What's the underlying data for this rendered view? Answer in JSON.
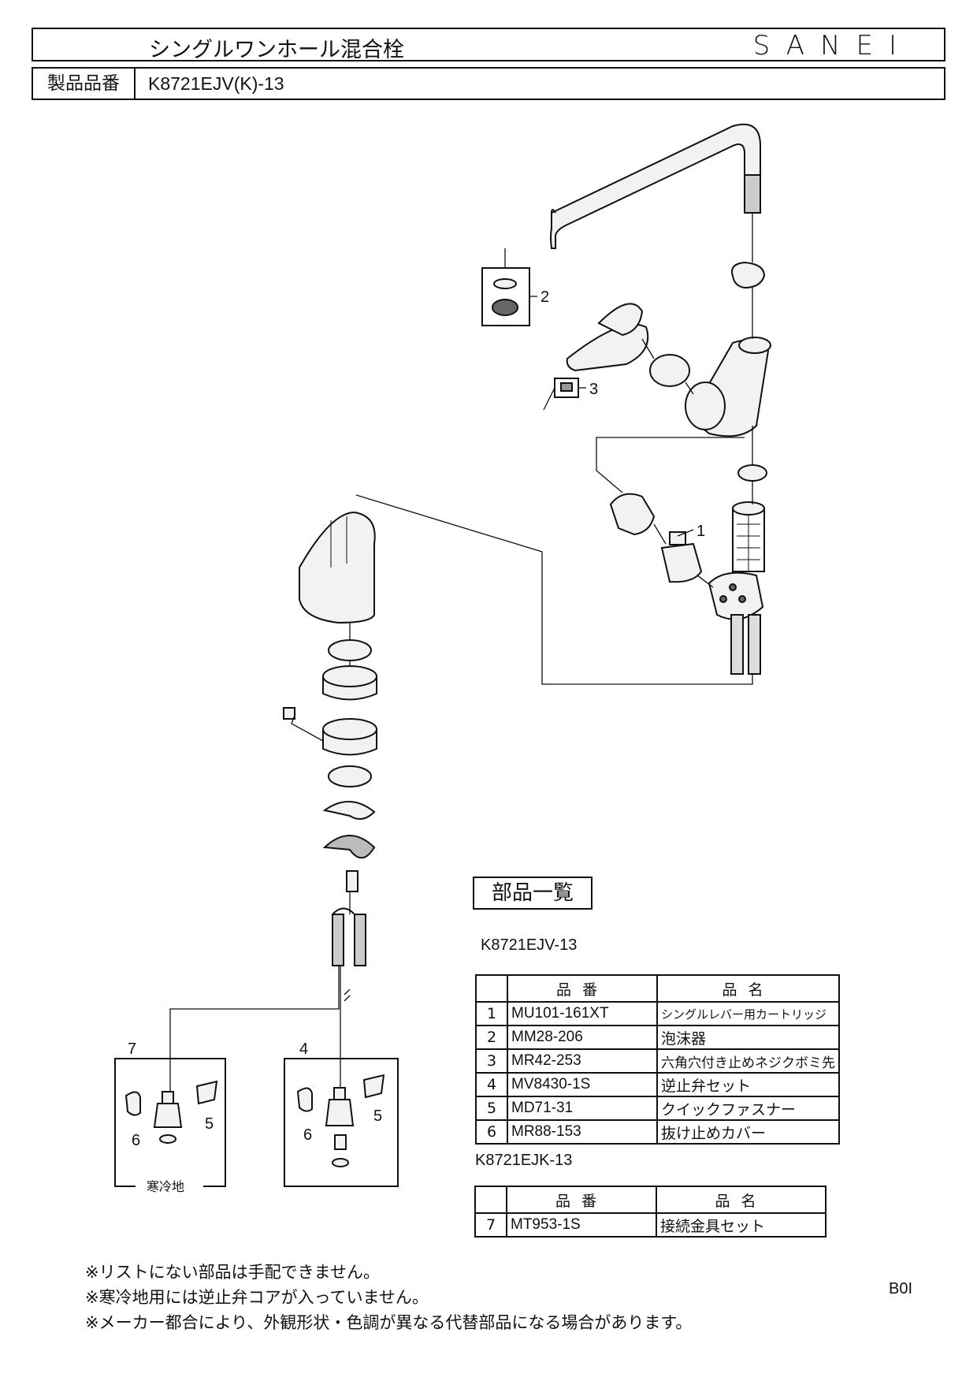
{
  "header": {
    "title": "シングルワンホール混合栓",
    "brand": "SANEI",
    "product_label": "製品品番",
    "product_code": "K8721EJV(K)-13"
  },
  "diagram": {
    "callouts": [
      "1",
      "2",
      "3",
      "4",
      "5",
      "6",
      "7"
    ],
    "cold_region_label": "寒冷地"
  },
  "parts": {
    "heading": "部品一覧",
    "table1": {
      "model": "K8721EJV-13",
      "col_code": "品番",
      "col_name": "品名",
      "rows": [
        {
          "no": "1",
          "code": "MU101-161XT",
          "name": "シングルレバー用カートリッジ"
        },
        {
          "no": "2",
          "code": "MM28-206",
          "name": "泡沫器"
        },
        {
          "no": "3",
          "code": "MR42-253",
          "name": "六角穴付き止めネジクボミ先"
        },
        {
          "no": "4",
          "code": "MV8430-1S",
          "name": "逆止弁セット"
        },
        {
          "no": "5",
          "code": "MD71-31",
          "name": "クイックファスナー"
        },
        {
          "no": "6",
          "code": "MR88-153",
          "name": "抜け止めカバー"
        }
      ]
    },
    "table2": {
      "model": "K8721EJK-13",
      "col_code": "品番",
      "col_name": "品名",
      "rows": [
        {
          "no": "7",
          "code": "MT953-1S",
          "name": "接続金具セット"
        }
      ]
    }
  },
  "notes": [
    "※リストにない部品は手配できません。",
    "※寒冷地用には逆止弁コアが入っていません。",
    "※メーカー都合により、外観形状・色調が異なる代替部品になる場合があります。"
  ],
  "page_code": "B0I",
  "colors": {
    "line": "#111111",
    "part_fill": "#f2f2f2",
    "dark": "#555555"
  }
}
